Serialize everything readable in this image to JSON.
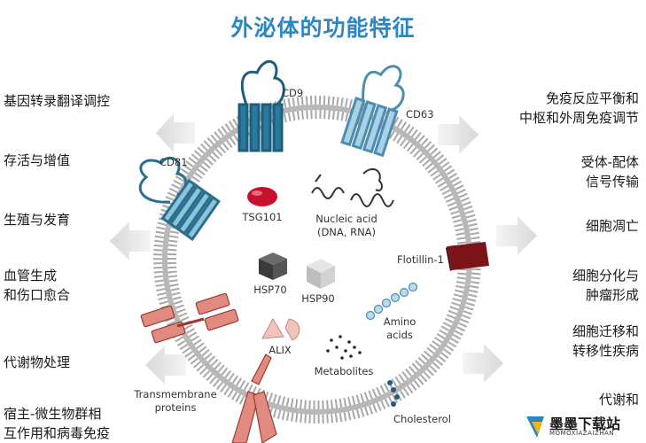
{
  "title": "外泌体的功能特征",
  "left_labels": [
    {
      "line1": "基因转录翻译调控",
      "line2": ""
    },
    {
      "line1": "存活与增值",
      "line2": ""
    },
    {
      "line1": "生殖与发育",
      "line2": ""
    },
    {
      "line1": "血管生成",
      "line2": "和伤口愈合"
    },
    {
      "line1": "代谢物处理",
      "line2": ""
    },
    {
      "line1": "宿主-微生物群相",
      "line2": "互作用和病毒免疫"
    }
  ],
  "right_labels": [
    {
      "line1": "免疫反应平衡和",
      "line2": "中枢和外周免疫调节"
    },
    {
      "line1": "受体-配体",
      "line2": "信号传输"
    },
    {
      "line1": "细胞凋亡",
      "line2": ""
    },
    {
      "line1": "细胞分化与",
      "line2": "肿瘤形成"
    },
    {
      "line1": "细胞迁移和",
      "line2": "转移性疾病"
    },
    {
      "line1": "代谢和",
      "line2": ""
    }
  ],
  "components": {
    "cd9": "CD9",
    "cd63": "CD63",
    "cd81": "CD81",
    "tsg101": "TSG101",
    "nucleic_acid_1": "Nucleic acid",
    "nucleic_acid_2": "(DNA, RNA)",
    "flotillin": "Flotillin-1",
    "hsp70": "HSP70",
    "hsp90": "HSP90",
    "amino_1": "Amino",
    "amino_2": "acids",
    "alix": "ALIX",
    "metabolites": "Metabolites",
    "transmembrane_1": "Transmembrane",
    "transmembrane_2": "proteins",
    "cholesterol": "Cholesterol"
  },
  "watermark": {
    "name": "墨墨下载站",
    "sub": "MOMOXIAZAIZHAN"
  },
  "colors": {
    "title": "#2b86c4",
    "membrane": "#9a9a9a",
    "teal": "#2a6f8f",
    "light_blue": "#8ec3dc",
    "red": "#c8102e",
    "dark_red": "#7a1418",
    "salmon": "#e08a80",
    "arrow": "#e6e6e6"
  }
}
